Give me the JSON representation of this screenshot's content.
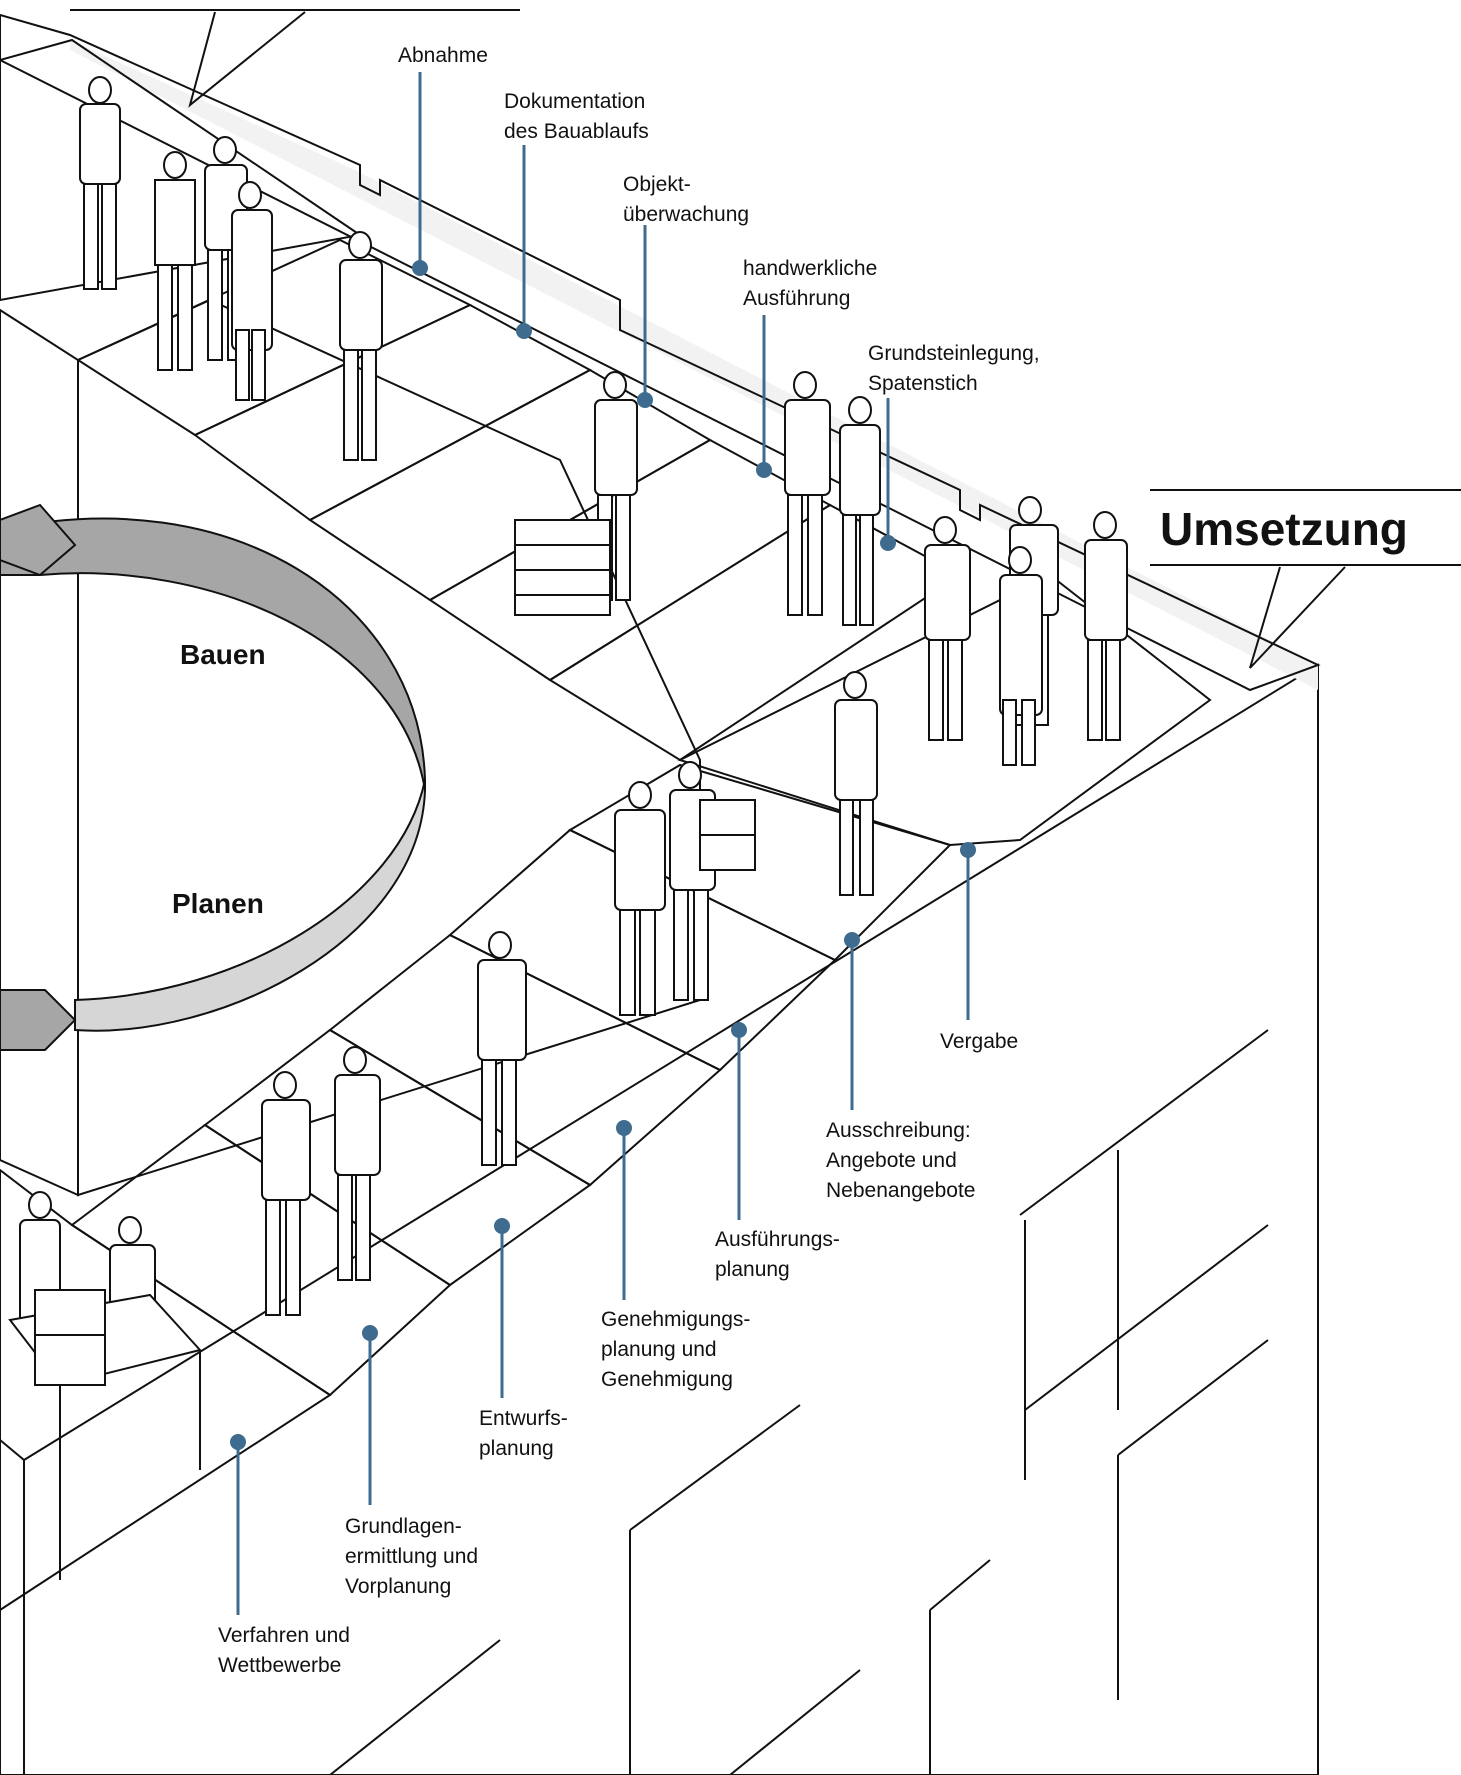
{
  "title": "Umsetzung",
  "cycle": {
    "top_label": "Bauen",
    "bottom_label": "Planen"
  },
  "colors": {
    "dark_blue": "#5e9bd1",
    "mid_blue": "#8fb5e2",
    "light_blue": "#b6cfee",
    "pale_blue": "#dbe6f6",
    "leader": "#3f6c8e",
    "wall": "#f2f2f2",
    "arrow_dark": "#a6a6a6",
    "arrow_light": "#d6d6d6"
  },
  "steps": [
    {
      "key": "abnahme",
      "lines": [
        "Abnahme"
      ]
    },
    {
      "key": "dokumentation",
      "lines": [
        "Dokumentation",
        "des Bauablaufs"
      ]
    },
    {
      "key": "objektueberwachung",
      "lines": [
        "Objekt-",
        "überwachung"
      ]
    },
    {
      "key": "ausfuehrung",
      "lines": [
        "handwerkliche",
        "Ausführung"
      ]
    },
    {
      "key": "grundsteinlegung",
      "lines": [
        "Grundsteinlegung,",
        "Spatenstich"
      ]
    },
    {
      "key": "vergabe",
      "lines": [
        "Vergabe"
      ]
    },
    {
      "key": "ausschreibung",
      "lines": [
        "Ausschreibung:",
        "Angebote und",
        "Nebenangebote"
      ]
    },
    {
      "key": "ausfuehrungsplanung",
      "lines": [
        "Ausführungs-",
        "planung"
      ]
    },
    {
      "key": "genehmigung",
      "lines": [
        "Genehmigungs-",
        "planung und",
        "Genehmigung"
      ]
    },
    {
      "key": "entwurf",
      "lines": [
        "Entwurfs-",
        "planung"
      ]
    },
    {
      "key": "grundlagen",
      "lines": [
        "Grundlagen-",
        "ermittlung und",
        "Vorplanung"
      ]
    },
    {
      "key": "verfahren",
      "lines": [
        "Verfahren und",
        "Wettbewerbe"
      ]
    }
  ]
}
